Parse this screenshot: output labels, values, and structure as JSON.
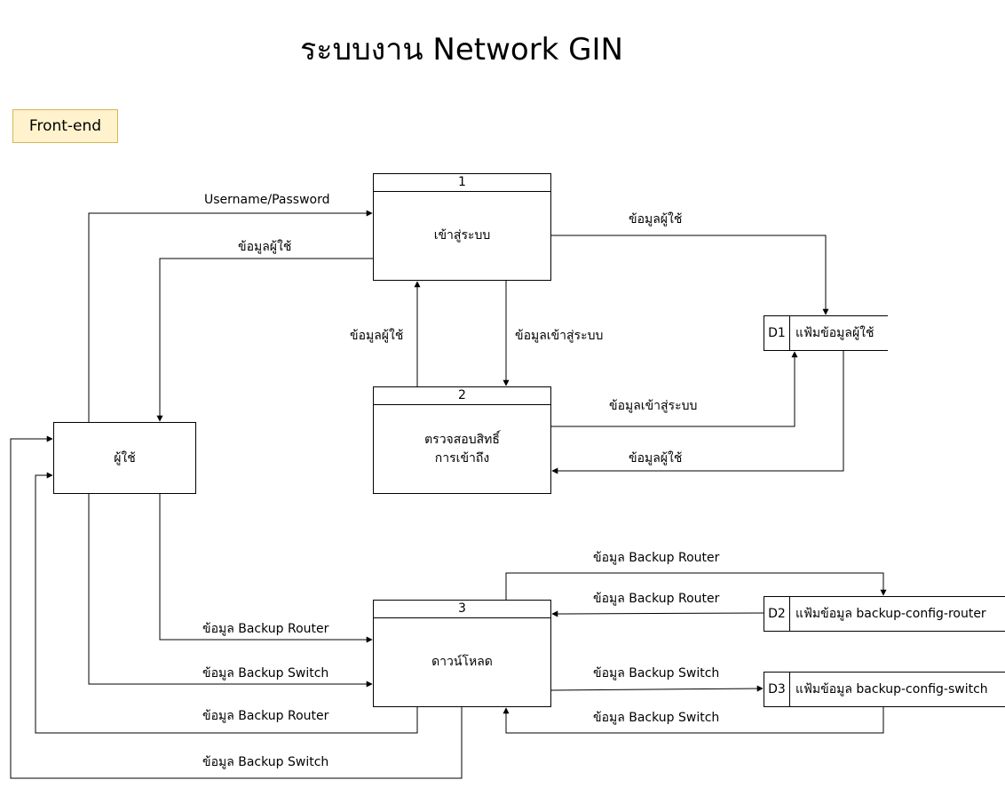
{
  "title": "ระบบงาน Network GIN",
  "tag": "Front-end",
  "processes": [
    {
      "num": "1",
      "name": "เข้าสู่ระบบ"
    },
    {
      "num": "2",
      "name": "ตรวจสอบสิทธิ์\nการเข้าถึง"
    },
    {
      "num": "3",
      "name": "ดาวน์โหลด"
    }
  ],
  "entity": {
    "name": "ผู้ใช้"
  },
  "stores": [
    {
      "id": "D1",
      "name": "แฟ้มข้อมูลผู้ใช้"
    },
    {
      "id": "D2",
      "name": "แฟ้มข้อมูล backup-config-router"
    },
    {
      "id": "D3",
      "name": "แฟ้มข้อมูล backup-config-switch"
    }
  ],
  "flows": {
    "username_password": "Username/Password",
    "user_to_entity": "ข้อมูลผู้ใช้",
    "p1_to_d1": "ข้อมูลผู้ใช้",
    "p2_to_p1": "ข้อมูลผู้ใช้",
    "p1_to_p2": "ข้อมูลเข้าสู่ระบบ",
    "p2_to_d1": "ข้อมูลเข้าสู่ระบบ",
    "d1_to_p2": "ข้อมูลผู้ใช้",
    "p3_to_d2": "ข้อมูล Backup Router",
    "d2_to_p3": "ข้อมูล Backup Router",
    "p3_to_d3": "ข้อมูล Backup Switch",
    "d3_to_p3": "ข้อมูล Backup Switch",
    "entity_router": "ข้อมูล Backup Router",
    "entity_switch": "ข้อมูล Backup Switch",
    "p3_router_back": "ข้อมูล Backup Router",
    "p3_switch_back": "ข้อมูล Backup Switch"
  }
}
